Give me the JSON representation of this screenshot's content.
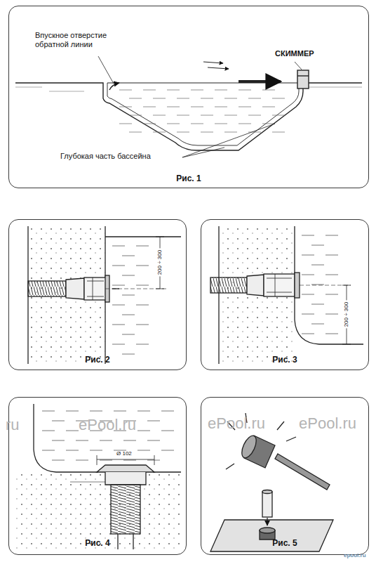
{
  "diagram": {
    "nodes": [
      {
        "text": [
          "Рис. 1"
        ]
      },
      {
        "text": [
          "Рис. 2"
        ]
      },
      {
        "text": [
          "Рис. 3"
        ]
      },
      {
        "text": [
          "Рис. 4"
        ]
      },
      {
        "text": [
          "Рис. 5"
        ]
      }
    ],
    "labels": [
      "Впускное отверстие обратной линии",
      "СКИММЕР",
      "Глубокая часть бассейна",
      "200 ÷ 300",
      "200 ÷ 300",
      "Ø 102",
      "ru",
      "ePool.ru",
      "ePool.ru",
      "ePool.ru",
      "epool.ru"
    ]
  }
}
